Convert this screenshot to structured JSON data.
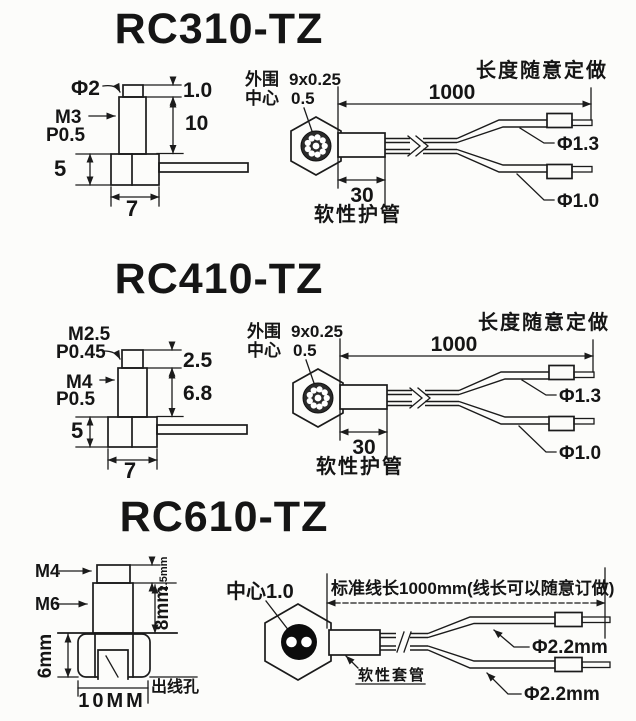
{
  "page": {
    "background": "#fcfcfa",
    "ink": "#1b1b1b"
  },
  "sections": [
    {
      "title": "RC310-TZ",
      "left": {
        "tip_dia": "Φ2",
        "thread": "M3",
        "pitch": "P0.5",
        "tip_len": "1.0",
        "body_len": "10",
        "base_h": "5",
        "base_w": "7"
      },
      "right": {
        "outer_label": "外围",
        "outer_spec": "9x0.25",
        "center_label": "中心",
        "center_spec": "0.5",
        "length_note": "长度随意定做",
        "cable_len": "1000",
        "sheath_len": "30",
        "sheath_label": "软性护管",
        "wire_top": "Φ1.3",
        "wire_bottom": "Φ1.0"
      }
    },
    {
      "title": "RC410-TZ",
      "left": {
        "tip_thread": "M2.5",
        "tip_pitch": "P0.45",
        "tip_len": "2.5",
        "thread": "M4",
        "pitch": "P0.5",
        "body_len": "6.8",
        "base_h": "5",
        "base_w": "7"
      },
      "right": {
        "outer_label": "外围",
        "outer_spec": "9x0.25",
        "center_label": "中心",
        "center_spec": "0.5",
        "length_note": "长度随意定做",
        "cable_len": "1000",
        "sheath_len": "30",
        "sheath_label": "软性护管",
        "wire_top": "Φ1.3",
        "wire_bottom": "Φ1.0"
      }
    },
    {
      "title": "RC610-TZ",
      "left": {
        "tip_thread": "M4",
        "thread": "M6",
        "tip_len": "2.5mm",
        "body_len": "8mm",
        "base_h": "6mm",
        "base_w": "10MM",
        "hole_label": "出线孔"
      },
      "right": {
        "center_spec": "中心1.0",
        "length_note": "标准线长1000mm(线长可以随意订做)",
        "sheath_label": "软性套管",
        "wire_top": "Φ2.2mm",
        "wire_bottom": "Φ2.2mm"
      }
    }
  ]
}
